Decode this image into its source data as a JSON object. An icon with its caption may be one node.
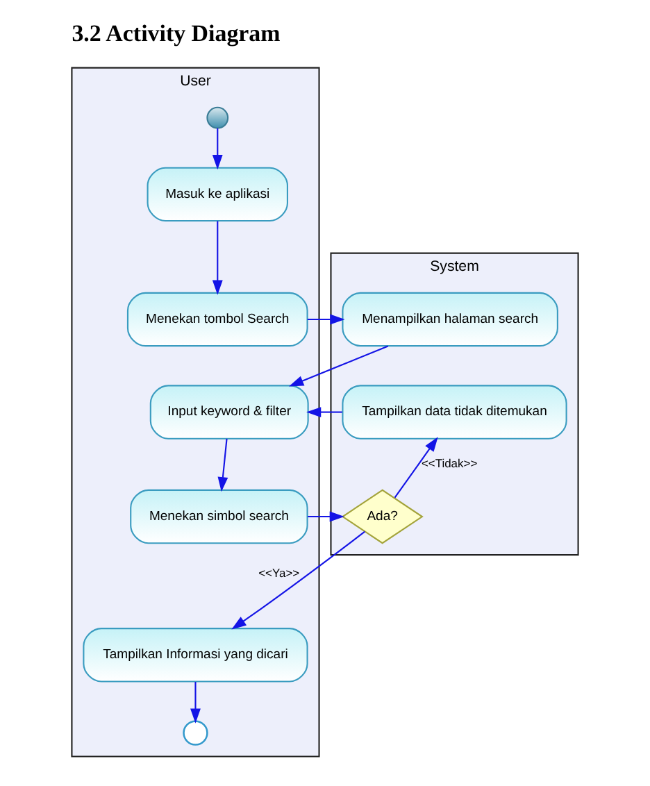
{
  "diagram": {
    "title": "3.2 Activity Diagram",
    "nodes": [
      {
        "text": [
          "User"
        ]
      },
      {
        "text": [
          "System"
        ]
      },
      {
        "text": [],
        "shape": "circle",
        "in": 0
      },
      {
        "text": [
          "Masuk ke aplikasi"
        ],
        "in": 0
      },
      {
        "text": [
          "Menekan tombol Search"
        ],
        "in": 0
      },
      {
        "text": [
          "Menampilkan halaman search"
        ],
        "in": 1
      },
      {
        "text": [
          "Input keyword & filter"
        ],
        "in": 0
      },
      {
        "text": [
          "Tampilkan data tidak ditemukan"
        ],
        "in": 1
      },
      {
        "text": [
          "Menekan simbol search"
        ],
        "in": 0
      },
      {
        "text": [
          "Ada?"
        ],
        "in": 1
      },
      {
        "text": [
          "Tampilkan Informasi yang dicari"
        ],
        "in": 0
      },
      {
        "text": [],
        "shape": "circle",
        "in": 0
      }
    ],
    "edges": [
      {
        "from": 2,
        "to": 3,
        "arrow": "to"
      },
      {
        "from": 3,
        "to": 4,
        "arrow": "to"
      },
      {
        "from": 4,
        "to": 5,
        "arrow": "to"
      },
      {
        "from": 5,
        "to": 6,
        "arrow": "to"
      },
      {
        "from": 7,
        "to": 6,
        "arrow": "to"
      },
      {
        "from": 6,
        "to": 8,
        "arrow": "to"
      },
      {
        "from": 8,
        "to": 9,
        "arrow": "to"
      },
      {
        "from": 9,
        "to": 7,
        "arrow": "to",
        "label": "<<Tidak>>"
      },
      {
        "from": 9,
        "to": 10,
        "arrow": "to",
        "label": "<<Ya>>"
      },
      {
        "from": 10,
        "to": 11,
        "arrow": "to"
      }
    ]
  }
}
